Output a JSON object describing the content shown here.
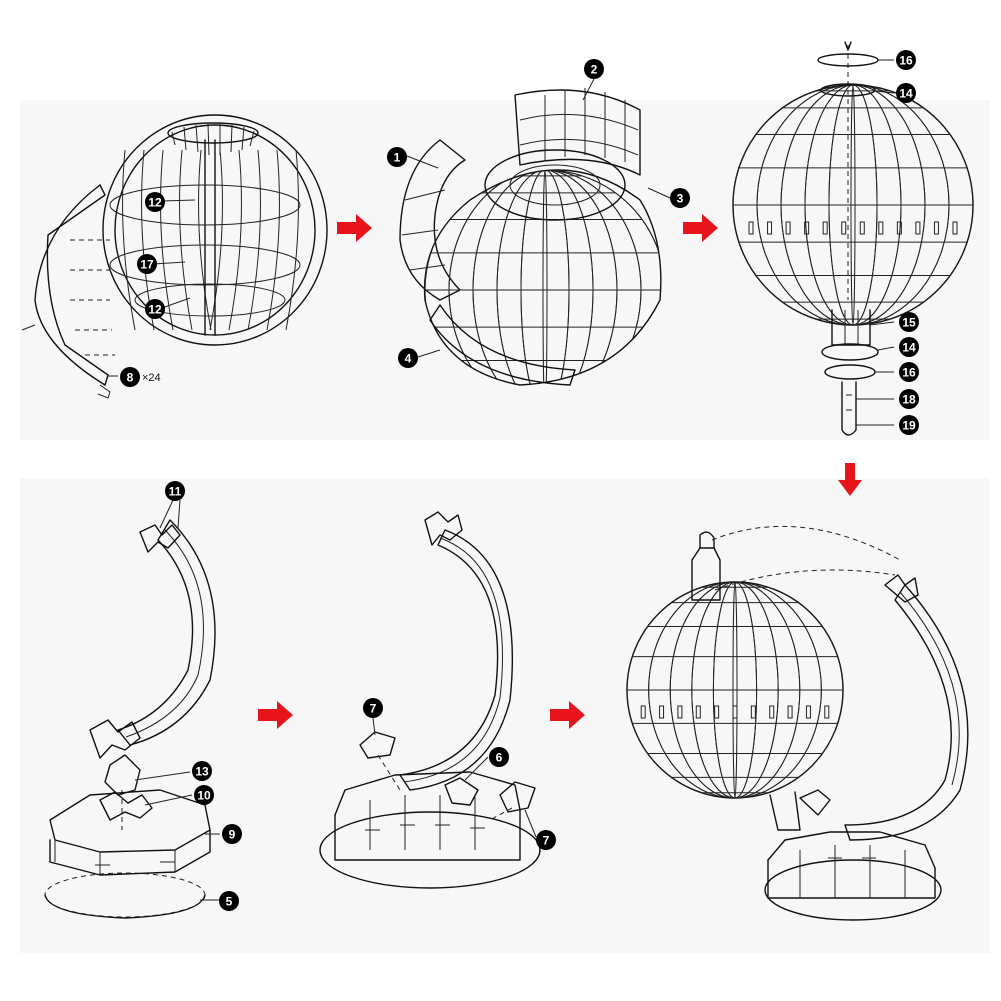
{
  "steps": [
    {
      "id": "step-1",
      "labels": [
        "12",
        "17",
        "12",
        "8"
      ],
      "multiplier": "×24"
    },
    {
      "id": "step-2",
      "labels": [
        "1",
        "2",
        "3",
        "4"
      ]
    },
    {
      "id": "step-3",
      "labels": [
        "16",
        "14",
        "15",
        "14",
        "16",
        "18",
        "19"
      ]
    },
    {
      "id": "step-4",
      "labels": [
        "11",
        "13",
        "10",
        "9",
        "5"
      ]
    },
    {
      "id": "step-5",
      "labels": [
        "7",
        "6",
        "7"
      ]
    },
    {
      "id": "step-6",
      "labels": []
    }
  ],
  "colors": {
    "arrow": "#e8141b",
    "line": "#111111",
    "badge": "#000000",
    "panel": "#f7f7f7"
  }
}
